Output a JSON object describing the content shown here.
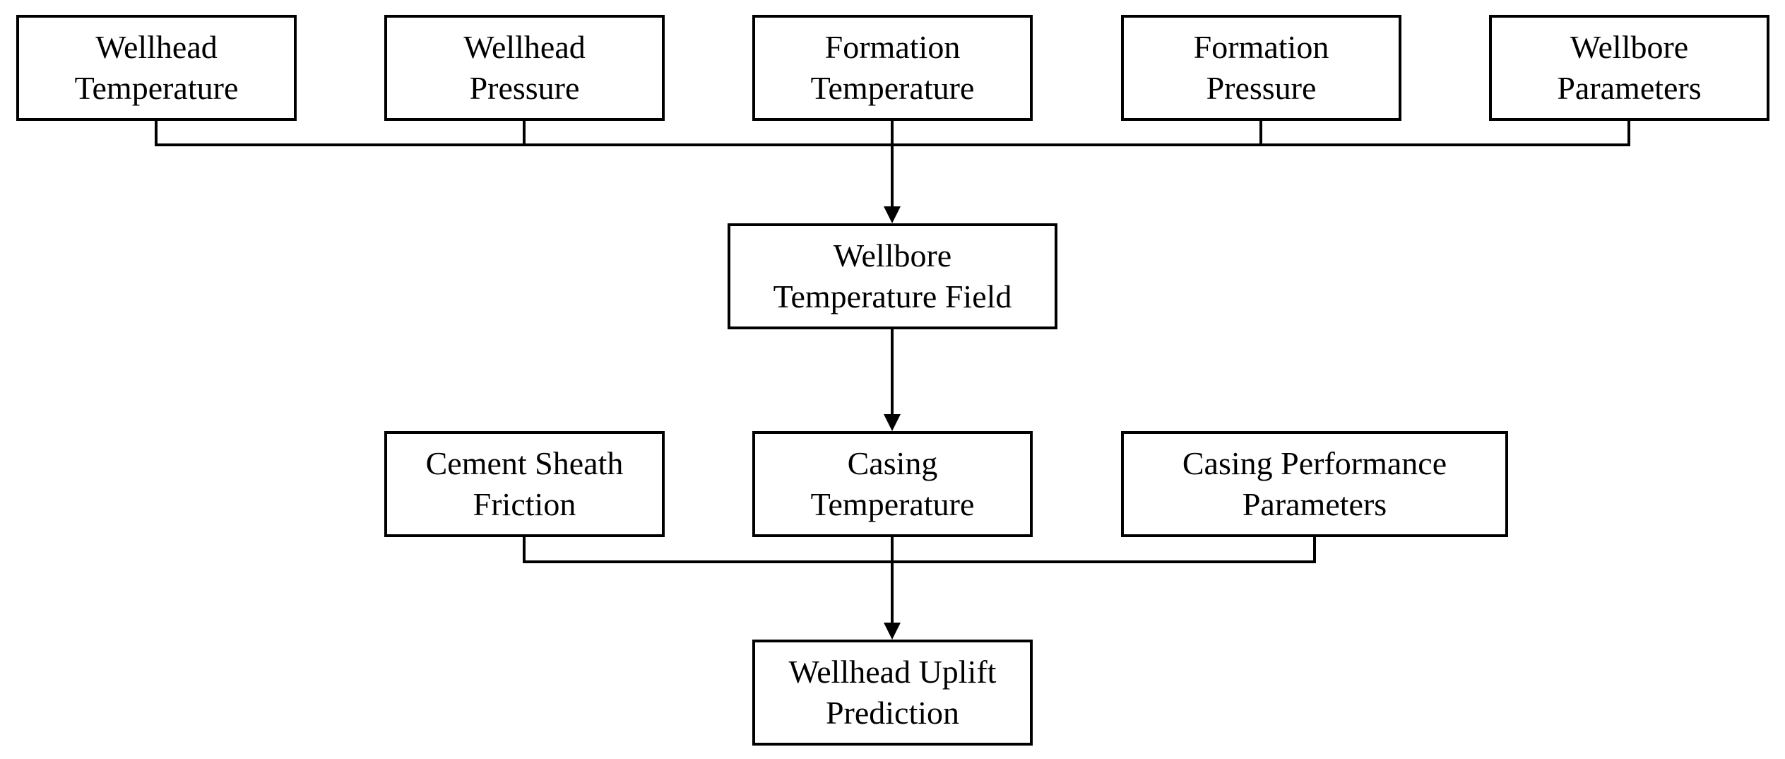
{
  "nodes": {
    "wellhead_temperature": {
      "line1": "Wellhead",
      "line2": "Temperature"
    },
    "wellhead_pressure": {
      "line1": "Wellhead",
      "line2": "Pressure"
    },
    "formation_temperature": {
      "line1": "Formation",
      "line2": "Temperature"
    },
    "formation_pressure": {
      "line1": "Formation",
      "line2": "Pressure"
    },
    "wellbore_parameters": {
      "line1": "Wellbore",
      "line2": "Parameters"
    },
    "wellbore_temperature_field": {
      "line1": "Wellbore",
      "line2": "Temperature Field"
    },
    "cement_sheath_friction": {
      "line1": "Cement Sheath",
      "line2": "Friction"
    },
    "casing_temperature": {
      "line1": "Casing",
      "line2": "Temperature"
    },
    "casing_performance_parameters": {
      "line1": "Casing Performance",
      "line2": "Parameters"
    },
    "wellhead_uplift_prediction": {
      "line1": "Wellhead Uplift",
      "line2": "Prediction"
    }
  },
  "edges": [
    {
      "from": "wellhead_temperature",
      "to": "wellbore_temperature_field"
    },
    {
      "from": "wellhead_pressure",
      "to": "wellbore_temperature_field"
    },
    {
      "from": "formation_temperature",
      "to": "wellbore_temperature_field"
    },
    {
      "from": "formation_pressure",
      "to": "wellbore_temperature_field"
    },
    {
      "from": "wellbore_parameters",
      "to": "wellbore_temperature_field"
    },
    {
      "from": "wellbore_temperature_field",
      "to": "casing_temperature"
    },
    {
      "from": "cement_sheath_friction",
      "to": "wellhead_uplift_prediction"
    },
    {
      "from": "casing_temperature",
      "to": "wellhead_uplift_prediction"
    },
    {
      "from": "casing_performance_parameters",
      "to": "wellhead_uplift_prediction"
    }
  ]
}
